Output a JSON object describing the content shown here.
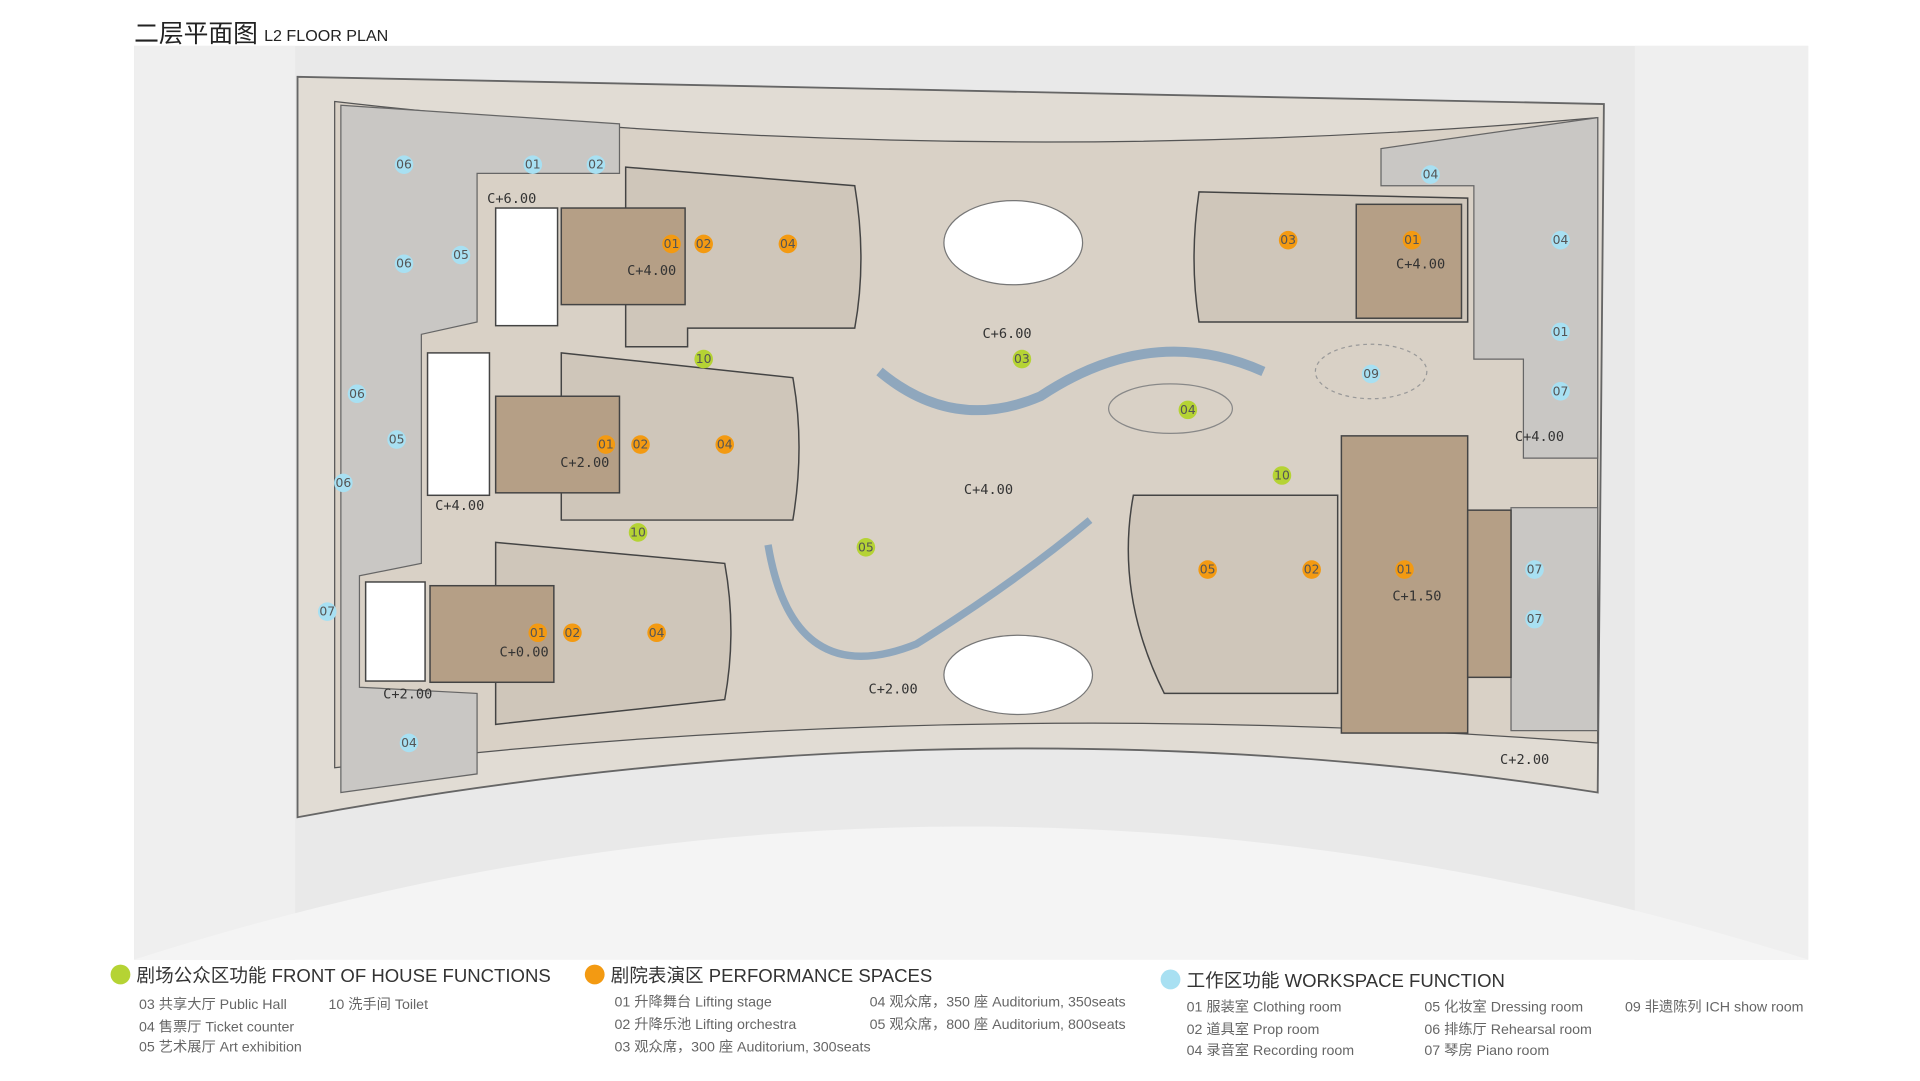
{
  "title": {
    "cn": "二层平面图",
    "en": "L2 FLOOR PLAN"
  },
  "colors": {
    "front_of_house": "#b5d334",
    "performance": "#f39a12",
    "workspace": "#a8e0f2",
    "stage": "#b59f86",
    "floor": "#d9d1c6",
    "service": "#c9c7c4"
  },
  "markers": {
    "workspace": [
      "06",
      "01",
      "02",
      "06",
      "05",
      "06",
      "05",
      "06",
      "07",
      "04",
      "04",
      "04",
      "01",
      "09",
      "07",
      "07",
      "07"
    ],
    "performance": [
      "01",
      "02",
      "04",
      "01",
      "02",
      "04",
      "01",
      "02",
      "04",
      "03",
      "01",
      "05",
      "02",
      "01"
    ],
    "front_of_house": [
      "10",
      "03",
      "04",
      "10",
      "10",
      "05"
    ]
  },
  "levels": [
    "C+6.00",
    "C+4.00",
    "C+2.00",
    "C+4.00",
    "C+0.00",
    "C+2.00",
    "C+6.00",
    "C+4.00",
    "C+2.00",
    "C+4.00",
    "C+4.00",
    "C+1.50",
    "C+2.00"
  ],
  "legend": {
    "front_of_house": {
      "heading": "剧场公众区功能 FRONT OF HOUSE FUNCTIONS",
      "items": [
        "03 共享大厅 Public Hall",
        "10 洗手间 Toilet",
        "04 售票厅 Ticket counter",
        "05 艺术展厅 Art exhibition"
      ]
    },
    "performance": {
      "heading": "剧院表演区 PERFORMANCE SPACES",
      "items": [
        "01 升降舞台 Lifting stage",
        "04 观众席，350 座 Auditorium, 350seats",
        "02 升降乐池 Lifting orchestra",
        "05 观众席，800 座 Auditorium, 800seats",
        "03 观众席，300 座 Auditorium, 300seats"
      ]
    },
    "workspace": {
      "heading": "工作区功能 WORKSPACE FUNCTION",
      "items": [
        "01 服装室 Clothing room",
        "05 化妆室 Dressing room",
        "09 非遗陈列 ICH show room",
        "02 道具室 Prop room",
        "06 排练厅 Rehearsal room",
        "04 录音室 Recording room",
        "07 琴房 Piano room"
      ]
    }
  }
}
